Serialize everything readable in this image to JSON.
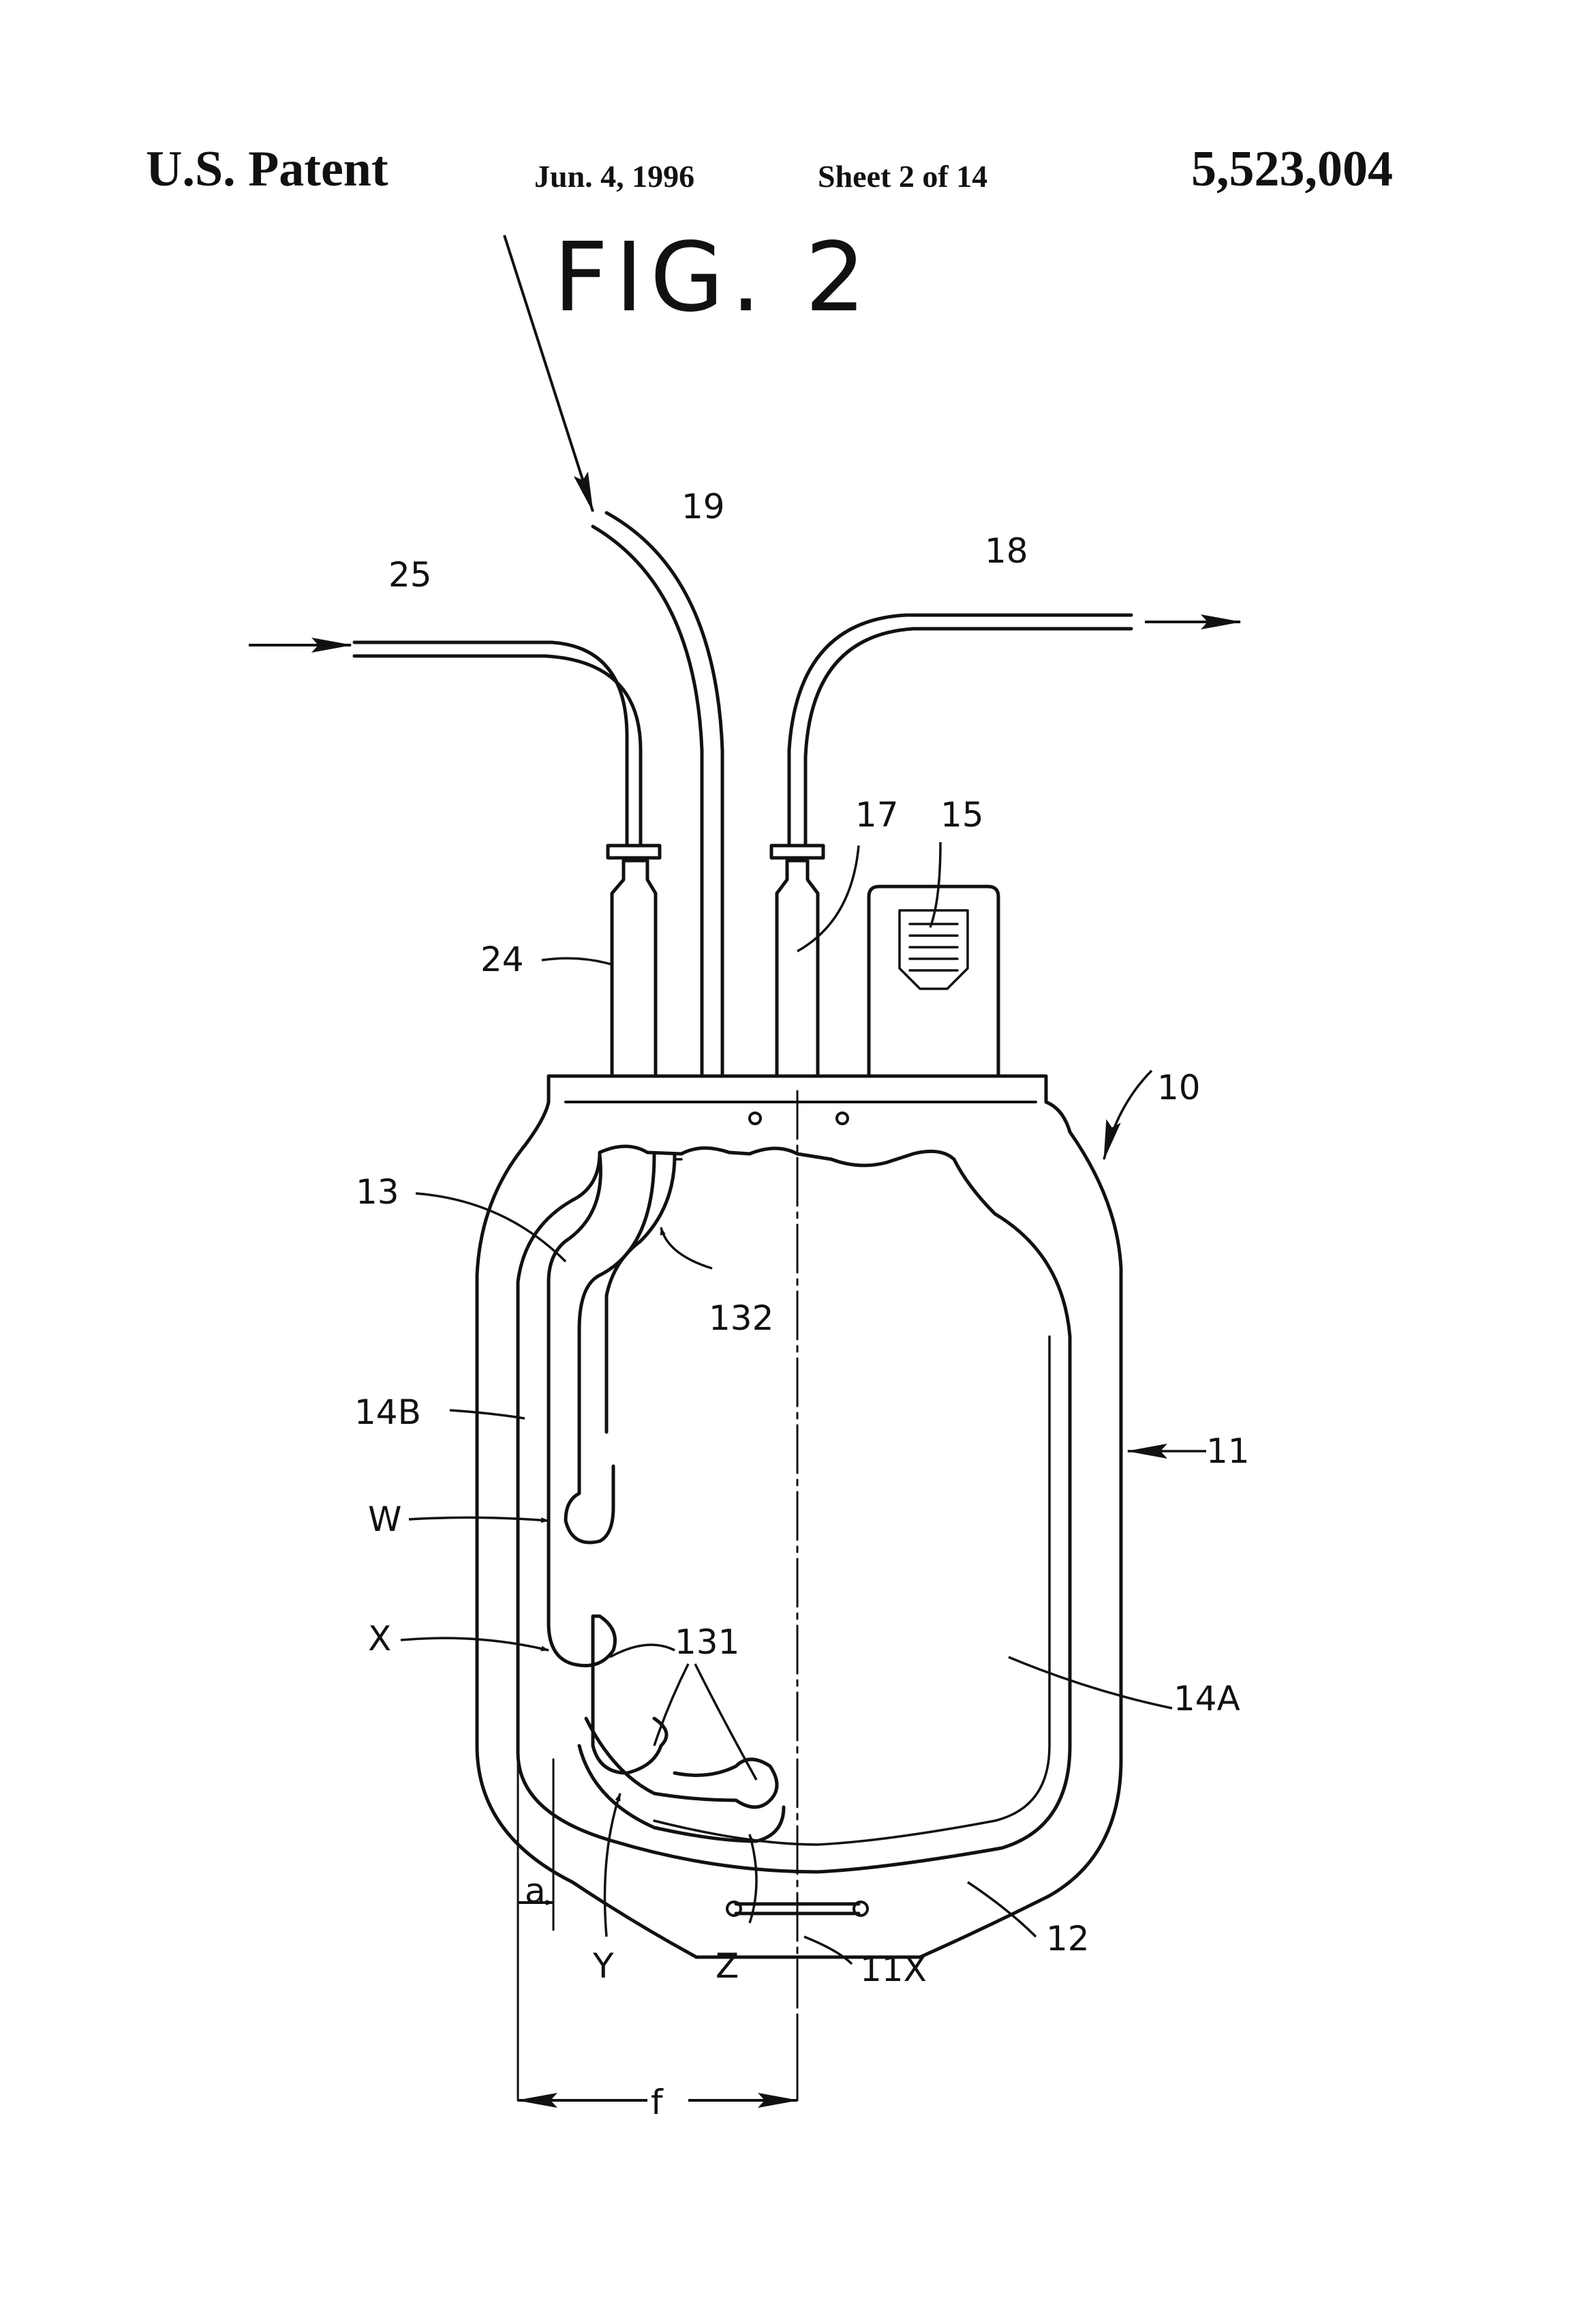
{
  "header": {
    "patent": "U.S. Patent",
    "date": "Jun. 4, 1996",
    "sheet": "Sheet 2 of 14",
    "number": "5,523,004"
  },
  "figure": {
    "title": "FIG. 2",
    "labels": {
      "l25": "25",
      "l19": "19",
      "l18": "18",
      "l17": "17",
      "l15": "15",
      "l24": "24",
      "l10": "10",
      "l13": "13",
      "l132": "132",
      "l14B": "14B",
      "l11": "11",
      "lW": "W",
      "lX": "X",
      "l131": "131",
      "l14A": "14A",
      "la": "a",
      "l12": "12",
      "lY": "Y",
      "lZ": "Z",
      "l11X": "11X",
      "lf": "f"
    }
  }
}
